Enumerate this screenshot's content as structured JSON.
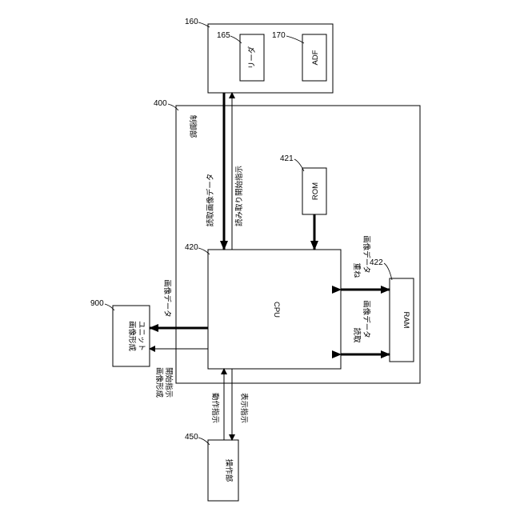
{
  "blocks": {
    "scanner": {
      "ref": "160"
    },
    "reader": {
      "ref": "165",
      "label": "リーダ"
    },
    "adf": {
      "ref": "170",
      "label": "ADF"
    },
    "controller": {
      "ref": "400",
      "label": "制御部"
    },
    "cpu": {
      "ref": "420",
      "label": "CPU"
    },
    "rom": {
      "ref": "421",
      "label": "ROM"
    },
    "ram": {
      "ref": "422",
      "label": "RAM"
    },
    "image_forming_unit": {
      "ref": "900",
      "label_lines": [
        "画像形成",
        "ユニット"
      ]
    },
    "operation_unit": {
      "ref": "450",
      "label": "操作部"
    }
  },
  "signals": {
    "read_image_data": "読取画像データ",
    "read_start_instruction": "読み取り開始指示",
    "image_data": "画像データ",
    "image_forming_start": [
      "画像形成",
      "開始指示"
    ],
    "overlay_image_data": [
      "重ね",
      "画像データ"
    ],
    "scanned_image_data": [
      "読取",
      "画像データ"
    ],
    "operation_instruction": "動作指示",
    "display_instruction": "表示指示"
  }
}
